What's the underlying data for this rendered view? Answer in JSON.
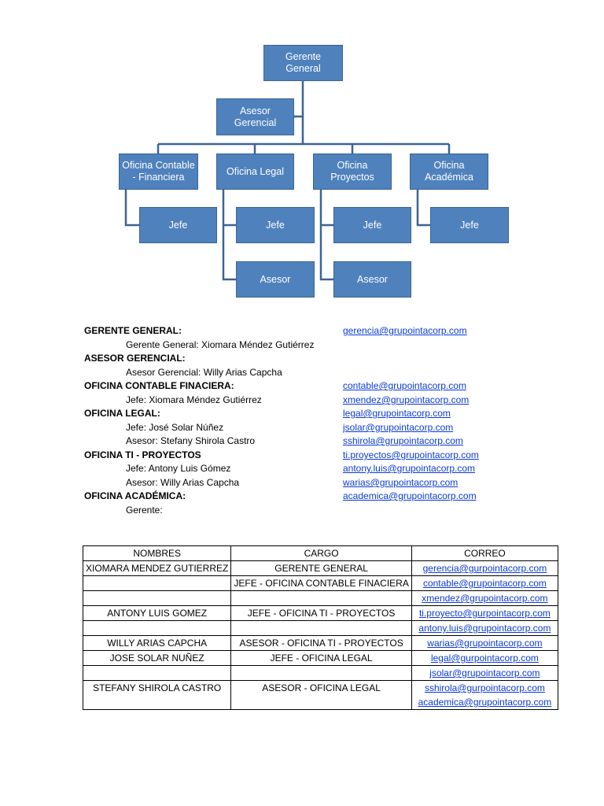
{
  "org_chart": {
    "gerente": "Gerente\nGeneral",
    "asesor_gerencial": "Asesor\nGerencial",
    "oficina_contable": "Oficina Contable\n- Financiera",
    "oficina_legal": "Oficina Legal",
    "oficina_proyectos": "Oficina\nProyectos",
    "oficina_academica": "Oficina\nAcadémica",
    "jefe_contable": "Jefe",
    "jefe_legal": "Jefe",
    "asesor_legal": "Asesor",
    "jefe_proyectos": "Jefe",
    "asesor_proyectos": "Asesor",
    "jefe_academica": "Jefe",
    "colors": {
      "box": "#4f81bd",
      "line": "#3a6494",
      "text": "#ffffff"
    }
  },
  "directory": {
    "rows": [
      {
        "type": "head",
        "text": "GERENTE GENERAL:",
        "email": "gerencia@grupointacorp.com"
      },
      {
        "type": "item",
        "text": "Gerente General: Xiomara Méndez Gutiérrez",
        "email": ""
      },
      {
        "type": "head",
        "text": "ASESOR GERENCIAL:",
        "email": ""
      },
      {
        "type": "item",
        "text": "Asesor Gerencial: Willy Arias Capcha",
        "email": ""
      },
      {
        "type": "head",
        "text": "OFICINA CONTABLE FINACIERA:",
        "email": "contable@grupointacorp.com"
      },
      {
        "type": "item",
        "text": "Jefe: Xiomara Méndez Gutiérrez",
        "email": "xmendez@grupointacorp.com"
      },
      {
        "type": "head",
        "text": "OFICINA LEGAL:",
        "email": "legal@grupointacorp.com"
      },
      {
        "type": "item",
        "text": "Jefe: José Solar Núñez",
        "email": "jsolar@grupointacorp.com"
      },
      {
        "type": "item",
        "text": "Asesor: Stefany Shirola Castro",
        "email": "sshirola@grupointacorp.com"
      },
      {
        "type": "head",
        "text": "OFICINA TI - PROYECTOS",
        "email": "ti.proyectos@grupointacorp.com"
      },
      {
        "type": "item",
        "text": "Jefe: Antony Luis Gómez",
        "email": "antony.luis@grupointacorp.com"
      },
      {
        "type": "item",
        "text": "Asesor: Willy Arias Capcha",
        "email": "warias@grupointacorp.com"
      },
      {
        "type": "head",
        "text": "OFICINA ACADÉMICA:",
        "email": "academica@grupointacorp.com"
      },
      {
        "type": "item",
        "text": "Gerente:",
        "email": ""
      }
    ],
    "link_color": "#0b3bd6"
  },
  "table": {
    "headers": {
      "nombres": "NOMBRES",
      "cargo": "CARGO",
      "correo": "CORREO"
    },
    "rows": [
      {
        "nombre": "XIOMARA MENDEZ GUTIERREZ",
        "cargo": "GERENTE GENERAL",
        "correos": [
          "gerencia@gurpointacorp.com"
        ]
      },
      {
        "nombre": "",
        "cargo": "JEFE - OFICINA CONTABLE FINACIERA",
        "correos": [
          "contable@grupointacorp.com"
        ]
      },
      {
        "nombre": "",
        "cargo": "",
        "correos": [
          "xmendez@grupointacorp.com"
        ]
      },
      {
        "nombre": "ANTONY LUIS GOMEZ",
        "cargo": "JEFE - OFICINA TI - PROYECTOS",
        "correos": [
          "ti.proyecto@gurpointacorp.com"
        ]
      },
      {
        "nombre": "",
        "cargo": "",
        "correos": [
          "antony.luis@grupointacorp.com"
        ]
      },
      {
        "nombre": "WILLY ARIAS CAPCHA",
        "cargo": "ASESOR - OFICINA TI - PROYECTOS",
        "correos": [
          "warias@grupointacorp.com"
        ]
      },
      {
        "nombre": "JOSE SOLAR NUÑEZ",
        "cargo": "JEFE - OFICINA LEGAL",
        "correos": [
          "legal@gurpointacorp.com"
        ]
      },
      {
        "nombre": "",
        "cargo": "",
        "correos": [
          "jsolar@grupointacorp.com"
        ]
      },
      {
        "nombre": "STEFANY SHIROLA CASTRO",
        "cargo": "ASESOR - OFICINA LEGAL",
        "correos": [
          "sshirola@gurpointacorp.com",
          "academica@grupointacorp.com"
        ]
      }
    ]
  }
}
